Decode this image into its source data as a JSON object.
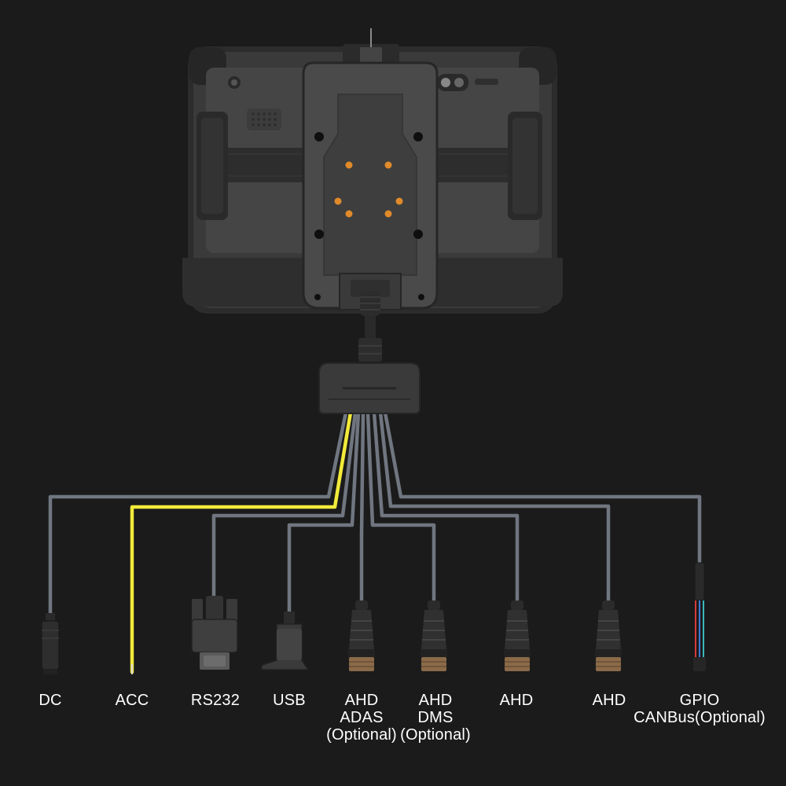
{
  "colors": {
    "background": "#1b1b1b",
    "cable": "#707680",
    "acc_wire": "#f2ea3a",
    "tablet_body": "#3a3a3a",
    "dock_body": "#4a4a4a",
    "pogo_pins": "#e08a2a",
    "label_text": "#ffffff"
  },
  "device": {
    "tablet": "rugged-tablet-back",
    "dock": "vehicle-dock-cradle",
    "breakout": "breakout-connector"
  },
  "connectors": [
    {
      "id": "dc",
      "lines": [
        "DC"
      ],
      "icon": "dc-barrel-plug-icon"
    },
    {
      "id": "acc",
      "lines": [
        "ACC"
      ],
      "icon": "acc-wire-icon"
    },
    {
      "id": "rs232",
      "lines": [
        "RS232"
      ],
      "icon": "db9-connector-icon"
    },
    {
      "id": "usb",
      "lines": [
        "USB"
      ],
      "icon": "usb-a-plug-icon"
    },
    {
      "id": "ahd-adas",
      "lines": [
        "AHD",
        "ADAS",
        "(Optional)"
      ],
      "icon": "aviation-connector-icon"
    },
    {
      "id": "ahd-dms",
      "lines": [
        "AHD",
        "DMS",
        "(Optional)"
      ],
      "icon": "aviation-connector-icon"
    },
    {
      "id": "ahd-1",
      "lines": [
        "AHD"
      ],
      "icon": "aviation-connector-icon"
    },
    {
      "id": "ahd-2",
      "lines": [
        "AHD"
      ],
      "icon": "aviation-connector-icon"
    },
    {
      "id": "gpio",
      "lines": [
        "GPIO",
        "CANBus(Optional)"
      ],
      "icon": "gpio-wire-bundle-icon"
    }
  ]
}
